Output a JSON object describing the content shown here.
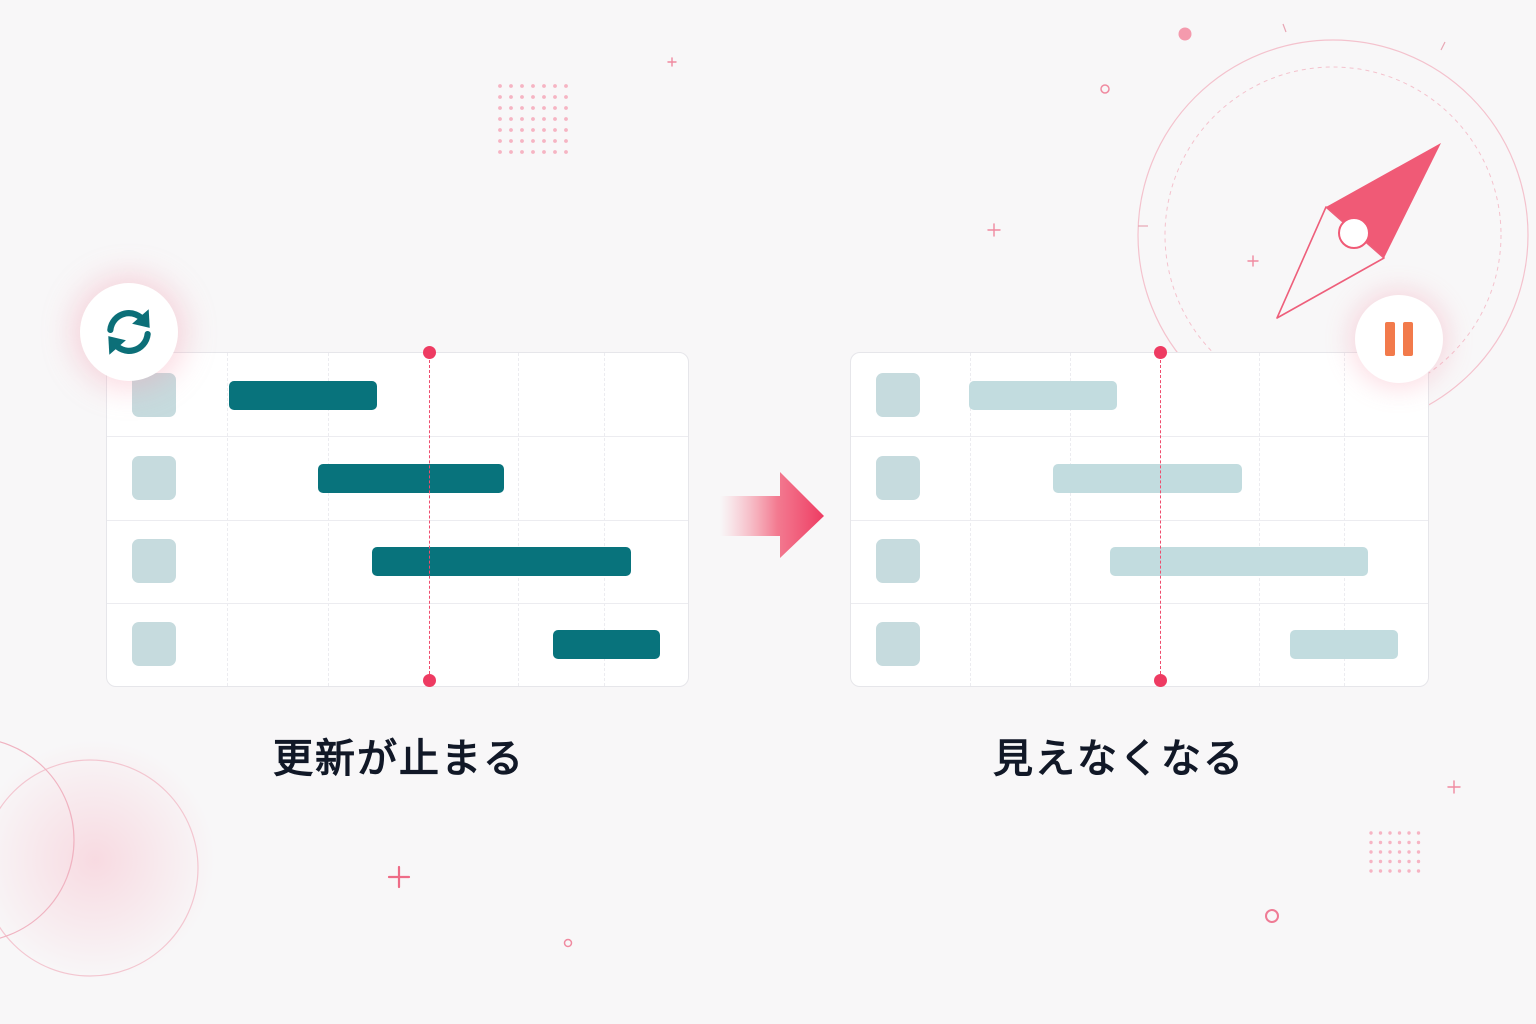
{
  "captions": {
    "before": "更新が止まる",
    "after": "見えなくなる"
  },
  "icons": {
    "before_badge": "refresh-icon",
    "after_badge": "pause-icon",
    "transition": "arrow-right-icon",
    "compass": "compass-needle-icon"
  },
  "colors": {
    "active_bar": "#08737c",
    "faded_bar": "#c2dcdf",
    "row_label": "#c6dbde",
    "accent": "#ee3b62",
    "pause": "#f27a4b"
  },
  "gantt_before": {
    "state": "active",
    "today_fraction": 0.555,
    "tasks": [
      {
        "start": 0.21,
        "end": 0.465
      },
      {
        "start": 0.363,
        "end": 0.683
      },
      {
        "start": 0.456,
        "end": 0.902
      },
      {
        "start": 0.768,
        "end": 0.953
      }
    ]
  },
  "gantt_after": {
    "state": "faded",
    "today_fraction": 0.535,
    "tasks": [
      {
        "start": 0.205,
        "end": 0.462
      },
      {
        "start": 0.35,
        "end": 0.678
      },
      {
        "start": 0.449,
        "end": 0.897
      },
      {
        "start": 0.76,
        "end": 0.947
      }
    ]
  }
}
